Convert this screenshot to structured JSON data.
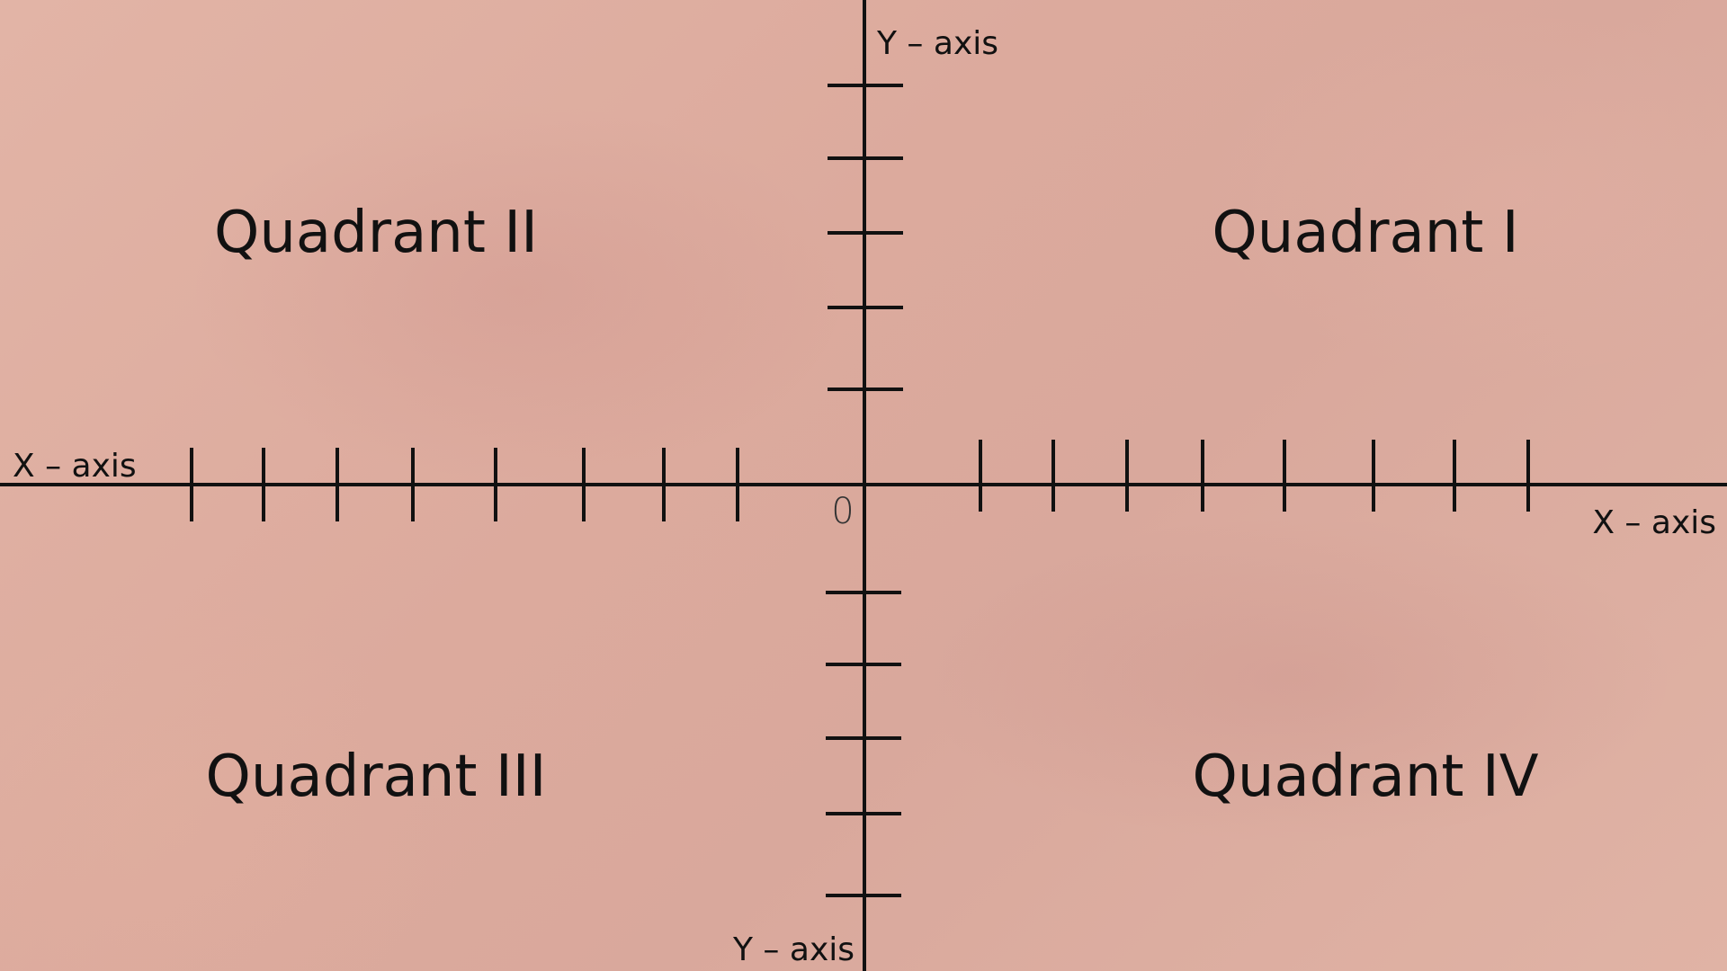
{
  "diagram": {
    "x_axis_label": "X – axis",
    "y_axis_label": "Y – axis",
    "origin_label": "0",
    "quadrants": {
      "q1": "Quadrant I",
      "q2": "Quadrant II",
      "q3": "Quadrant III",
      "q4": "Quadrant IV"
    },
    "ticks": {
      "x_negative_count": 8,
      "x_positive_count": 8,
      "y_positive_count": 5,
      "y_negative_count": 5
    },
    "colors": {
      "line": "#111111",
      "background": "#dcaa9d"
    }
  }
}
